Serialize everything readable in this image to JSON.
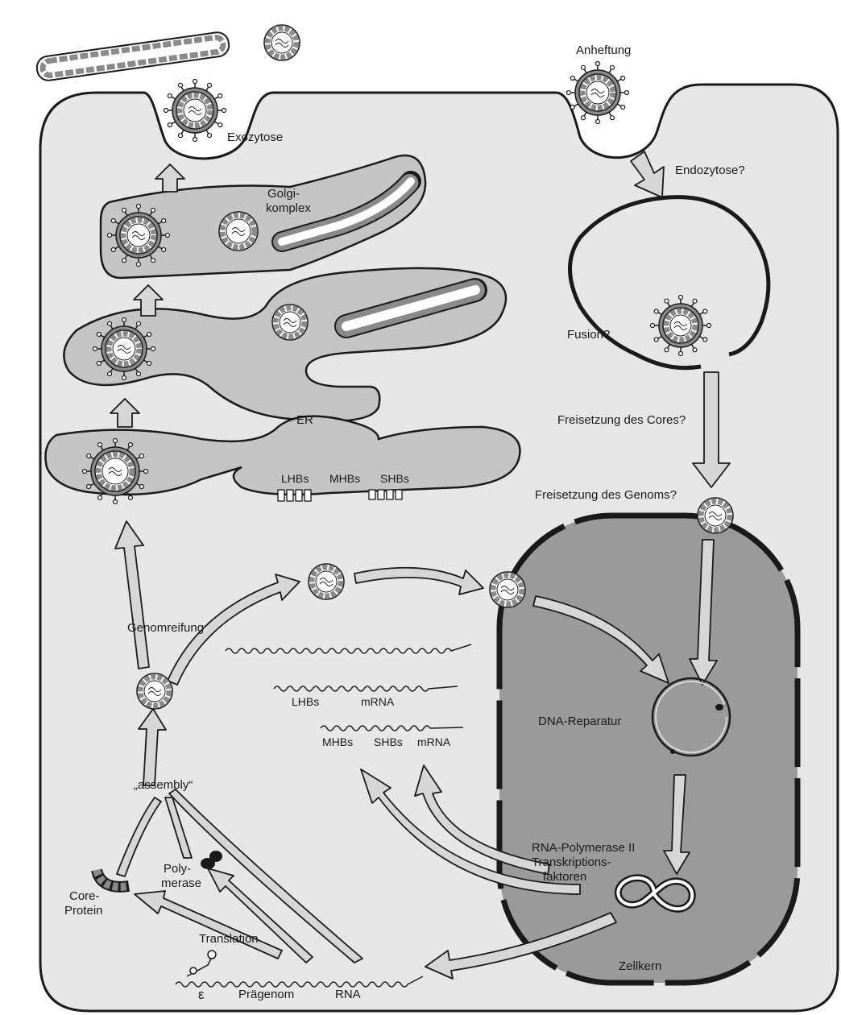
{
  "labels": {
    "anheftung": "Anheftung",
    "exozytose": "Exozytose",
    "endozytose": "Endozytose?",
    "golgi_1": "Golgi-",
    "golgi_2": "komplex",
    "fusion": "Fusion?",
    "er": "ER",
    "lhbs": "LHBs",
    "mhbs": "MHBs",
    "shbs": "SHBs",
    "freisetzung_cores": "Freisetzung des Cores?",
    "freisetzung_genoms": "Freisetzung des Genoms?",
    "genomreifung": "Genomreifung",
    "mrna_lhbs": "LHBs",
    "mrna_lhbs_mrna": "mRNA",
    "mrna_mhbs": "MHBs",
    "mrna_shbs": "SHBs",
    "mrna_mhbs_mrna": "mRNA",
    "dna_reparatur": "DNA-Reparatur",
    "assembly": "„assembly“",
    "polymerase_1": "Poly-",
    "polymerase_2": "merase",
    "core_protein_1": "Core-",
    "core_protein_2": "Protein",
    "rna_pol_1": "RNA-Polymerase II",
    "rna_pol_2": "Transkriptions-",
    "rna_pol_3": "faktoren",
    "translation": "Translation",
    "epsilon": "ε",
    "praegenom": "Prägenom",
    "rna": "RNA",
    "zellkern": "Zellkern"
  },
  "colors": {
    "cytoplasm": "#e6e6e6",
    "organelle": "#c4c4c4",
    "nucleus": "#9a9a9a",
    "arrow_fill": "#d6d6d6",
    "outline": "#1a1a1a",
    "capsid_subunit": "#8a8a8a"
  }
}
